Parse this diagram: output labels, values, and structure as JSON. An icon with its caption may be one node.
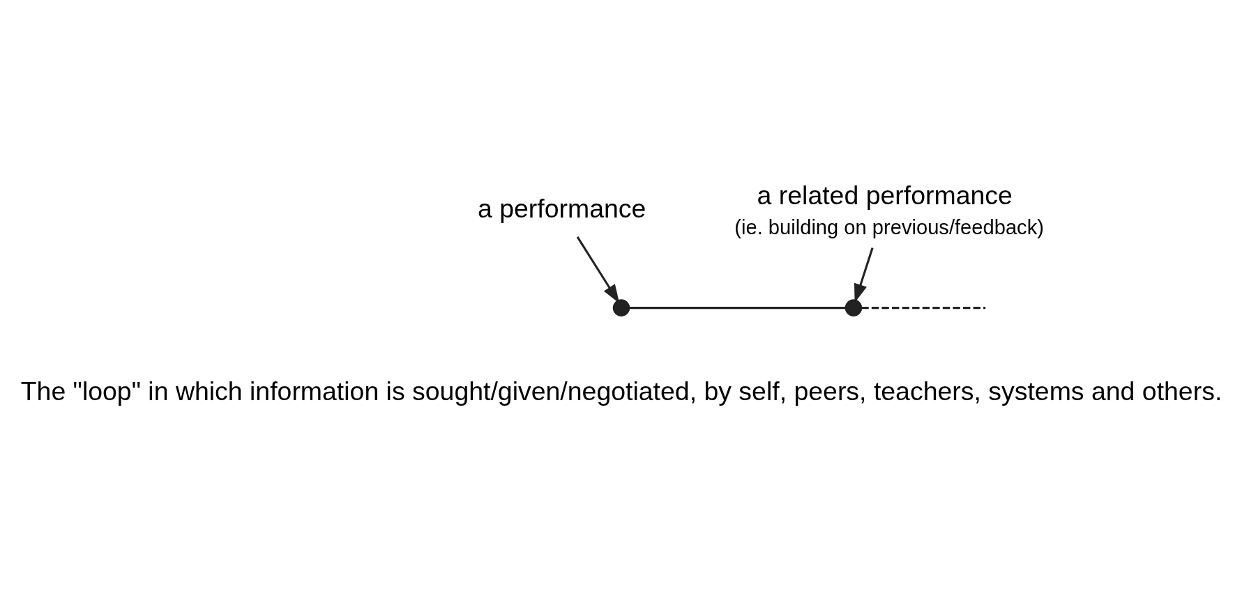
{
  "diagram": {
    "nodes": [
      {
        "text": [
          "a performance"
        ]
      },
      {
        "text": [],
        "shape": "circle"
      },
      {
        "text": [
          "a related performance"
        ],
        "beside": [
          "(ie. building on previous/feedback)"
        ]
      },
      {
        "text": [],
        "shape": "circle"
      }
    ],
    "edges": [
      {
        "from": 0,
        "to": 1,
        "arrow": "to"
      },
      {
        "from": 2,
        "to": 3,
        "arrow": "to"
      },
      {
        "from": 1,
        "to": 3,
        "arrow": "none"
      },
      {
        "from": 3,
        "to": null,
        "arrow": "none",
        "style": "dashed"
      }
    ],
    "labels": [
      "The \"loop\" in which information is sought/given/negotiated, by self, peers, teachers, systems and others."
    ]
  }
}
